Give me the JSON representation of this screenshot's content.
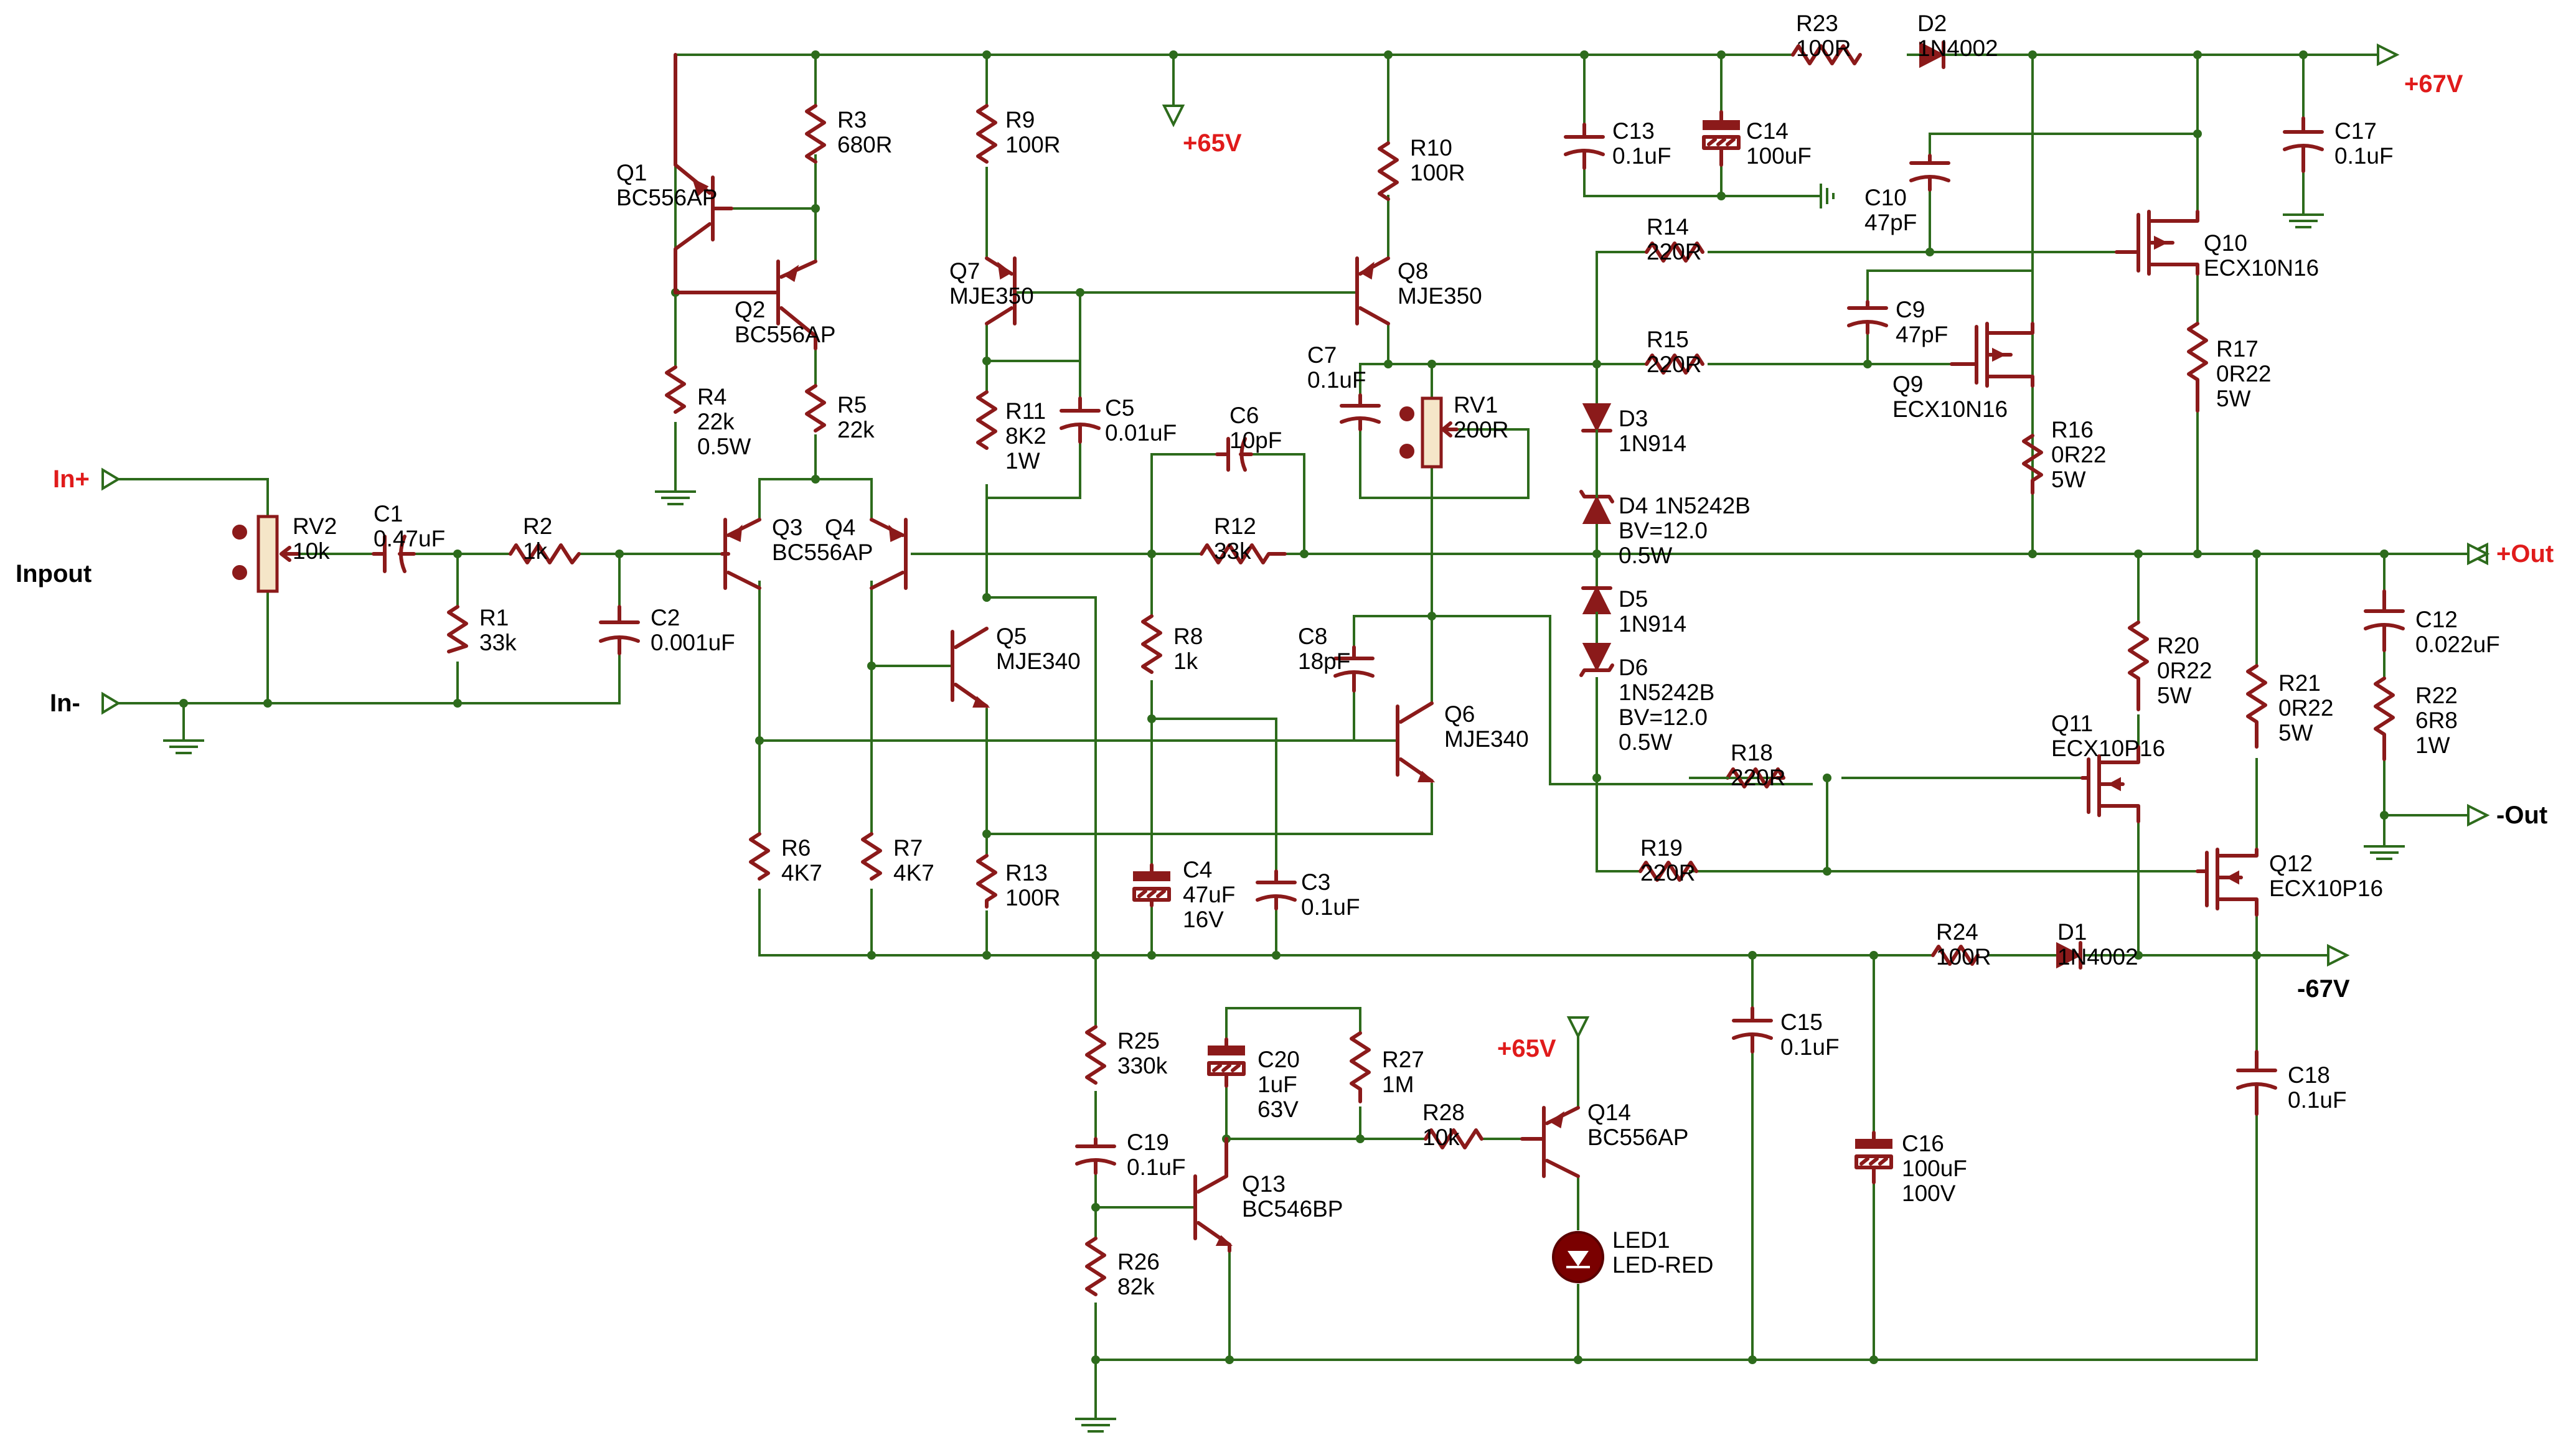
{
  "labels": {
    "input_title": "Inpout",
    "in_plus": "In+",
    "in_minus": "In-",
    "out_plus": "+Out",
    "out_minus": "-Out",
    "rail_pos_top": "+65V",
    "rail_pos_right": "+67V",
    "rail_neg_right": "-67V",
    "rail_pos_led": "+65V"
  },
  "components": {
    "RV2": [
      "RV2",
      "10k"
    ],
    "C1": [
      "C1",
      "0.47uF"
    ],
    "R2": [
      "R2",
      "1k"
    ],
    "R1": [
      "R1",
      "33k"
    ],
    "C2": [
      "C2",
      "0.001uF"
    ],
    "Q1": [
      "Q1",
      "BC556AP"
    ],
    "R3": [
      "R3",
      "680R"
    ],
    "Q2": [
      "Q2",
      "BC556AP"
    ],
    "R4": [
      "R4",
      "22k",
      "0.5W"
    ],
    "R5": [
      "R5",
      "22k"
    ],
    "Q3": [
      "Q3",
      "BC556AP"
    ],
    "Q4": [
      "Q4"
    ],
    "R6": [
      "R6",
      "4K7"
    ],
    "R7": [
      "R7",
      "4K7"
    ],
    "R9": [
      "R9",
      "100R"
    ],
    "Q7": [
      "Q7",
      "MJE350"
    ],
    "R11": [
      "R11",
      "8K2",
      "1W"
    ],
    "C5": [
      "C5",
      "0.01uF"
    ],
    "Q5": [
      "Q5",
      "MJE340"
    ],
    "R13": [
      "R13",
      "100R"
    ],
    "C6": [
      "C6",
      "10pF"
    ],
    "R12": [
      "R12",
      "33k"
    ],
    "R8": [
      "R8",
      "1k"
    ],
    "C4": [
      "C4",
      "47uF",
      "16V"
    ],
    "C3": [
      "C3",
      "0.1uF"
    ],
    "R10": [
      "R10",
      "100R"
    ],
    "Q8": [
      "Q8",
      "MJE350"
    ],
    "C7": [
      "C7",
      "0.1uF"
    ],
    "RV1": [
      "RV1",
      "200R"
    ],
    "C8": [
      "C8",
      "18pF"
    ],
    "Q6": [
      "Q6",
      "MJE340"
    ],
    "C13": [
      "C13",
      "0.1uF"
    ],
    "C14": [
      "C14",
      "100uF"
    ],
    "R23": [
      "R23",
      "100R"
    ],
    "D2": [
      "D2",
      "1N4002"
    ],
    "C17": [
      "C17",
      "0.1uF"
    ],
    "C10": [
      "C10",
      "47pF"
    ],
    "R14": [
      "R14",
      "220R"
    ],
    "Q10": [
      "Q10",
      "ECX10N16"
    ],
    "R15": [
      "R15",
      "220R"
    ],
    "C9": [
      "C9",
      "47pF"
    ],
    "Q9": [
      "Q9",
      "ECX10N16"
    ],
    "R17": [
      "R17",
      "0R22",
      "5W"
    ],
    "R16": [
      "R16",
      "0R22",
      "5W"
    ],
    "D3": [
      "D3",
      "1N914"
    ],
    "D4": [
      "D4  1N5242B",
      "BV=12.0",
      "0.5W"
    ],
    "D5": [
      "D5",
      "1N914"
    ],
    "D6": [
      "D6",
      "1N5242B",
      "BV=12.0",
      "0.5W"
    ],
    "R18": [
      "R18",
      "220R"
    ],
    "R19": [
      "R19",
      "220R"
    ],
    "R20": [
      "R20",
      "0R22",
      "5W"
    ],
    "Q11": [
      "Q11",
      "ECX10P16"
    ],
    "Q12": [
      "Q12",
      "ECX10P16"
    ],
    "R21": [
      "R21",
      "0R22",
      "5W"
    ],
    "C12": [
      "C12",
      "0.022uF"
    ],
    "R22": [
      "R22",
      "6R8",
      "1W"
    ],
    "R24": [
      "R24",
      "100R"
    ],
    "D1": [
      "D1",
      "1N4002"
    ],
    "C15": [
      "C15",
      "0.1uF"
    ],
    "C16": [
      "C16",
      "100uF",
      "100V"
    ],
    "C18": [
      "C18",
      "0.1uF"
    ],
    "R25": [
      "R25",
      "330k"
    ],
    "C19": [
      "C19",
      "0.1uF"
    ],
    "R26": [
      "R26",
      "82k"
    ],
    "Q13": [
      "Q13",
      "BC546BP"
    ],
    "C20": [
      "C20",
      "1uF",
      "63V"
    ],
    "R27": [
      "R27",
      "1M"
    ],
    "R28": [
      "R28",
      "10k"
    ],
    "Q14": [
      "Q14",
      "BC556AP"
    ],
    "LED1": [
      "LED1",
      "LED-RED"
    ]
  },
  "colors": {
    "wire": "#2d6b1c",
    "component": "#8b1a1a",
    "rail_label": "#e01b1b",
    "background": "#ffffff"
  }
}
